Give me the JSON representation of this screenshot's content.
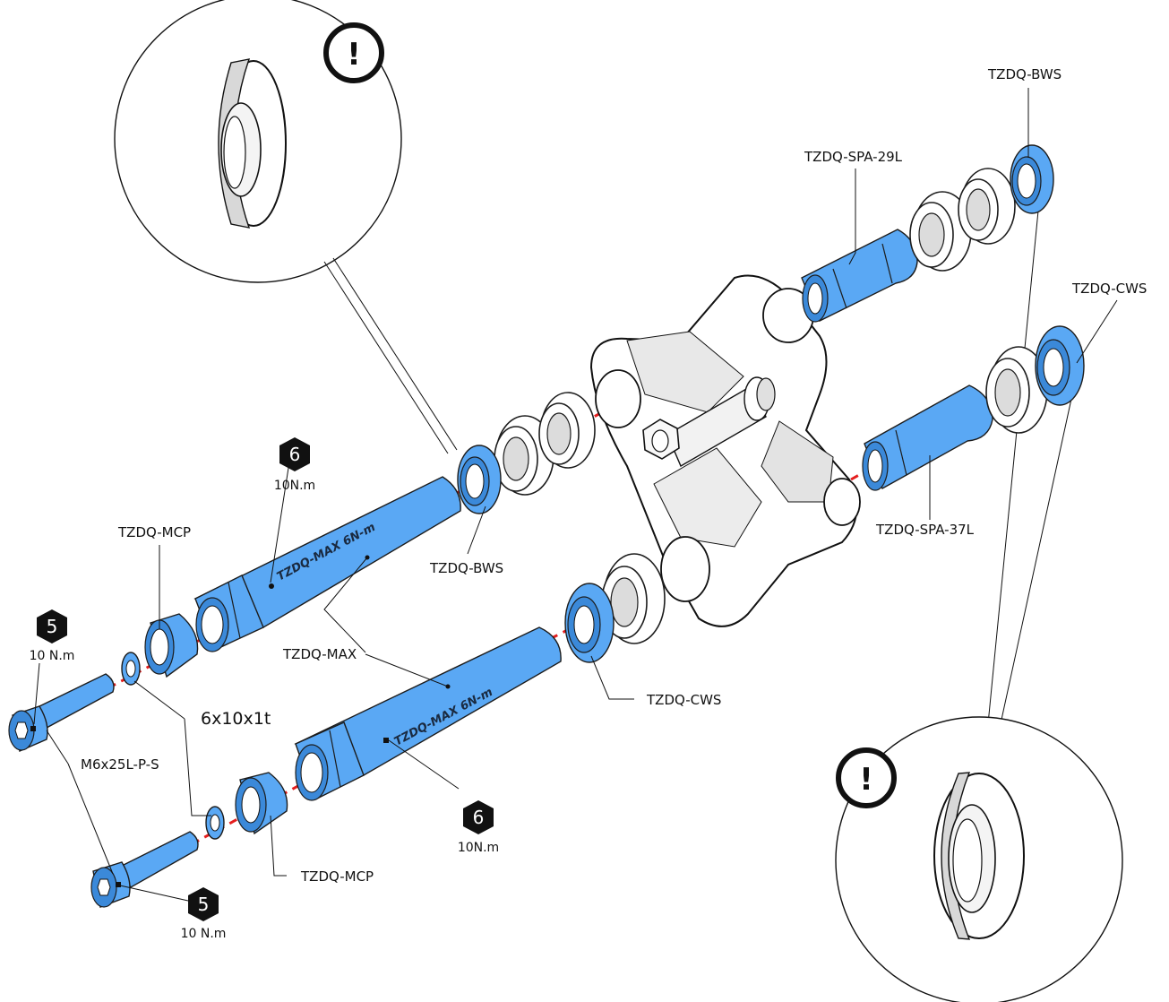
{
  "parts": {
    "bws_top": "TZDQ-BWS",
    "spa_29l": "TZDQ-SPA-29L",
    "cws_right": "TZDQ-CWS",
    "spa_37l": "TZDQ-SPA-37L",
    "bws_mid": "TZDQ-BWS",
    "mcp_top": "TZDQ-MCP",
    "max": "TZDQ-MAX",
    "cws_bottom": "TZDQ-CWS",
    "washer": "6x10x1t",
    "bolt": "M6x25L-P-S",
    "mcp_bottom": "TZDQ-MCP"
  },
  "engraving": {
    "upper": "TZDQ-MAX  6N-m",
    "lower": "TZDQ-MAX  6N-m"
  },
  "torque_badges": [
    {
      "number": "6",
      "value": "10N.m"
    },
    {
      "number": "5",
      "value": "10 N.m"
    },
    {
      "number": "6",
      "value": "10N.m"
    },
    {
      "number": "5",
      "value": "10 N.m"
    }
  ],
  "warnings": {
    "top_left": "!",
    "bottom_right": "!"
  },
  "colors": {
    "part_blue": "#5aa8f4",
    "axis_red": "#e41e1e",
    "outline": "#1c1c1c",
    "badge": "#111111"
  }
}
